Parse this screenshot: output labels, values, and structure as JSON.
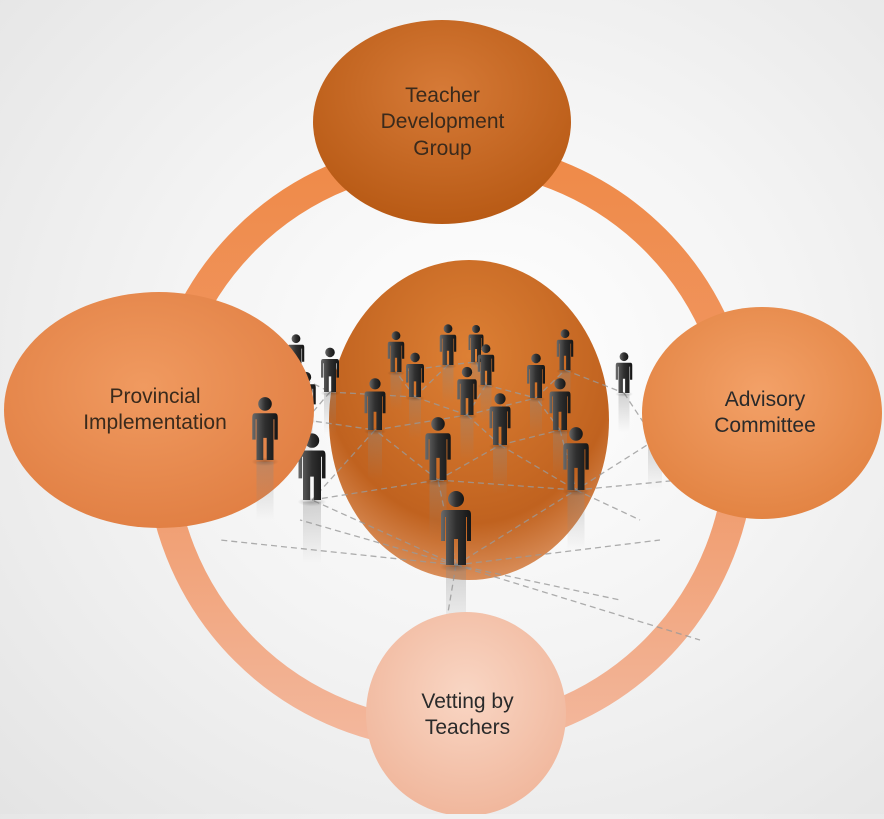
{
  "nodes": {
    "top": {
      "label": "Teacher\nDevelopment\nGroup",
      "color": "#c8651f"
    },
    "left": {
      "label": "Provincial\nImplementation",
      "color": "#e8864a"
    },
    "right": {
      "label": "Advisory\nCommittee",
      "color": "#e88a45"
    },
    "bottom": {
      "label": "Vetting by\nTeachers",
      "color": "#f5c2aa"
    },
    "center": {
      "color": "#c96a23"
    }
  },
  "ring_color": "#ef8f55"
}
